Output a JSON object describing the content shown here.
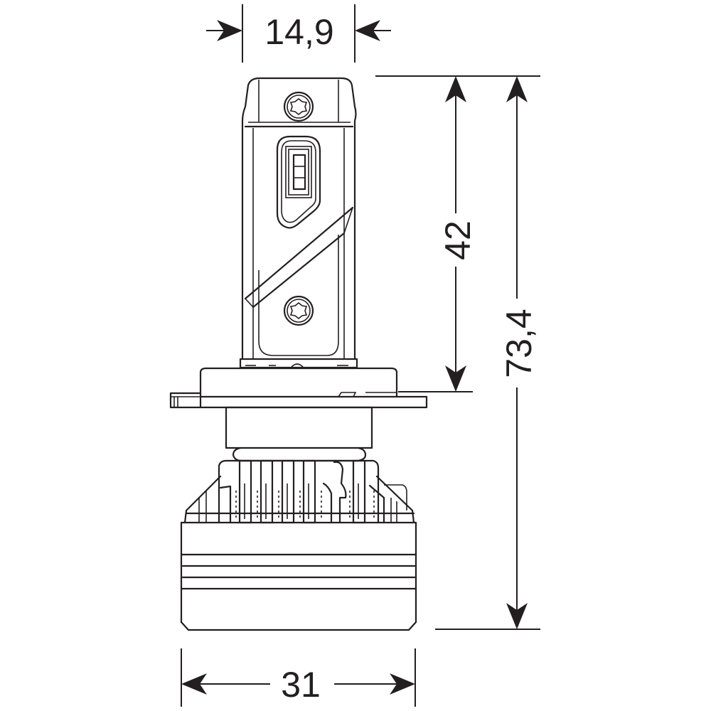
{
  "drawing": {
    "subject": "H7 LED headlight bulb – side view dimension drawing",
    "line_color": "#231f20",
    "background": "#ffffff",
    "units": "mm"
  },
  "dimensions": {
    "top_width": {
      "label": "14,9",
      "value": 14.9,
      "description": "LED chip housing width"
    },
    "upper_height": {
      "label": "42",
      "value": 42,
      "description": "Top of housing to mounting flange"
    },
    "total_height": {
      "label": "73,4",
      "value": 73.4,
      "description": "Overall bulb height"
    },
    "base_width": {
      "label": "31",
      "value": 31,
      "description": "Heat-sink / driver body width"
    }
  },
  "components": {
    "screws": [
      "top-torx-screw",
      "bottom-torx-screw"
    ],
    "led_chip_segments": 3
  }
}
